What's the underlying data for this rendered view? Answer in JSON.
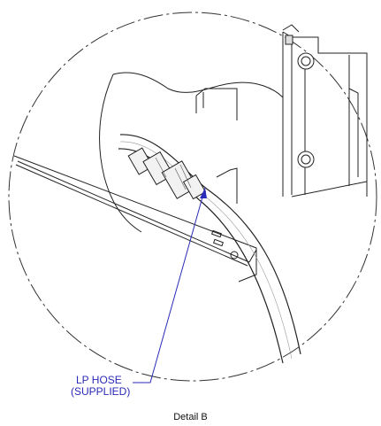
{
  "callout": {
    "line1": "LP HOSE",
    "line2": "(SUPPLIED)",
    "color": "#2a2ab8"
  },
  "caption": "Detail B"
}
